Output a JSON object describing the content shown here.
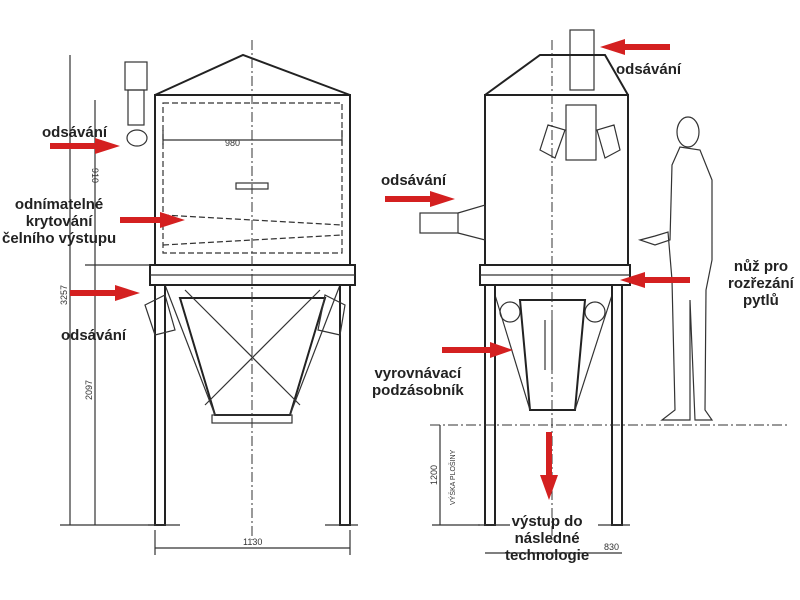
{
  "labels": {
    "suction_left_top": "odsávání",
    "removable_cover": [
      "odnímatelné",
      "krytování",
      "čelního výstupu"
    ],
    "suction_left_bottom": "odsávání",
    "suction_right_top": "odsávání",
    "suction_right_side": "odsávání",
    "bag_knife": [
      "nůž pro",
      "rozřezání",
      "pytlů"
    ],
    "equalizing_hopper": [
      "vyrovnávací",
      "podzásobník"
    ],
    "outlet": [
      "výstup do",
      "následné",
      "technologie"
    ]
  },
  "dimensions": {
    "total_height": "3257",
    "upper_height": "910",
    "lower_height": "2097",
    "inner_width": "980",
    "left_width": "1130",
    "right_width": "830",
    "platform_height": "1200",
    "platform_label": "VÝŠKA PLOŠINY"
  },
  "colors": {
    "arrow": "#d42020",
    "line": "#333333"
  }
}
